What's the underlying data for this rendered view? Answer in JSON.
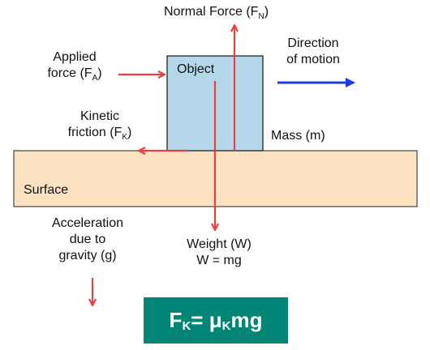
{
  "normal_force": {
    "label": "Normal Force (F",
    "sub": "N",
    "close": ")"
  },
  "direction": {
    "line1": "Direction",
    "line2": "of motion"
  },
  "applied_force": {
    "line1": "Applied",
    "line2": "force (F",
    "sub": "A",
    "close": ")"
  },
  "object": {
    "label": "Object"
  },
  "kinetic_friction": {
    "line1": "Kinetic",
    "line2": "friction (F",
    "sub": "K",
    "close": ")"
  },
  "mass": {
    "label": "Mass (m)"
  },
  "surface": {
    "label": "Surface"
  },
  "acceleration": {
    "line1": "Acceleration",
    "line2": "due to",
    "line3": "gravity (g)"
  },
  "weight": {
    "line1": "Weight (W)",
    "line2": "W = mg"
  },
  "formula": {
    "f": "F",
    "f_sub": "K",
    "eq": " = μ",
    "mu_sub": "K",
    "mg": "mg"
  },
  "colors": {
    "force_arrow": "#e8403f",
    "motion_arrow": "#1f3bd8",
    "object_fill": "#b4d8ea",
    "surface_fill": "#fce2c0",
    "formula_bg": "#008577"
  }
}
